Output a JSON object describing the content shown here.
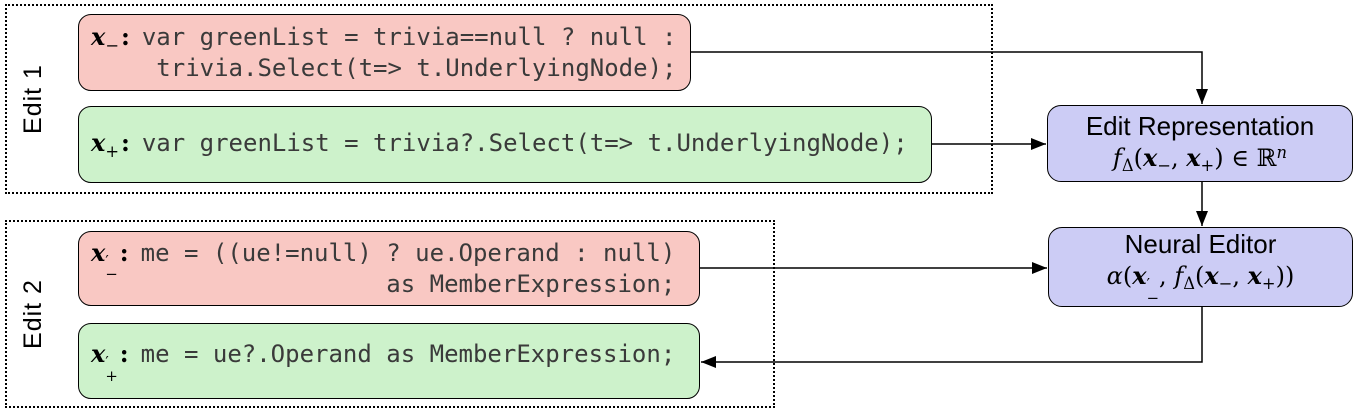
{
  "colors": {
    "minus-fill": "#f9c8c3",
    "plus-fill": "#cdf2cb",
    "neural-fill": "#ccccf5",
    "border": "#000000",
    "arrow": "#000000",
    "code-text": "#3a3a3a",
    "label-text": "#000000"
  },
  "edit1": {
    "group_label": "Edit 1",
    "minus": {
      "label_base": "x",
      "label_sub": "−",
      "label_colon": ":",
      "code": [
        "var greenList = trivia==null ? null :",
        " trivia.Select(t=> t.UnderlyingNode);"
      ]
    },
    "plus": {
      "label_base": "x",
      "label_sub": "+",
      "label_colon": ":",
      "code": [
        "var greenList = trivia?.Select(t=> t.UnderlyingNode);"
      ]
    }
  },
  "edit2": {
    "group_label": "Edit 2",
    "minus": {
      "label_base": "x",
      "label_prime": "′",
      "label_sub": "−",
      "label_colon": ":",
      "code": [
        "me = ((ue!=null) ? ue.Operand : null)",
        "                 as MemberExpression;"
      ]
    },
    "plus": {
      "label_base": "x",
      "label_prime": "′",
      "label_sub": "+",
      "label_colon": ":",
      "code": [
        "me = ue?.Operand as MemberExpression;"
      ]
    }
  },
  "edit_representation": {
    "title": "Edit Representation",
    "formula": [
      {
        "t": "f",
        "s": "it"
      },
      {
        "t": "Δ",
        "s": "sub"
      },
      {
        "t": "(",
        "s": ""
      },
      {
        "t": "x",
        "s": "bi"
      },
      {
        "t": "−",
        "s": "sub"
      },
      {
        "t": ", ",
        "s": ""
      },
      {
        "t": "x",
        "s": "bi"
      },
      {
        "t": "+",
        "s": "sub"
      },
      {
        "t": ") ∈ ℝ",
        "s": ""
      },
      {
        "t": "n",
        "s": "supit"
      }
    ]
  },
  "neural_editor": {
    "title": "Neural Editor",
    "formula": [
      {
        "t": "α",
        "s": "it"
      },
      {
        "t": "(",
        "s": ""
      },
      {
        "t": "x",
        "s": "bi"
      },
      {
        "s": "stack",
        "top": "′",
        "bot": "−"
      },
      {
        "t": ", ",
        "s": ""
      },
      {
        "t": "f",
        "s": "it"
      },
      {
        "t": "Δ",
        "s": "sub"
      },
      {
        "t": "(",
        "s": ""
      },
      {
        "t": "x",
        "s": "bi"
      },
      {
        "t": "−",
        "s": "sub"
      },
      {
        "t": ", ",
        "s": ""
      },
      {
        "t": "x",
        "s": "bi"
      },
      {
        "t": "+",
        "s": "sub"
      },
      {
        "t": "))",
        "s": ""
      }
    ]
  }
}
